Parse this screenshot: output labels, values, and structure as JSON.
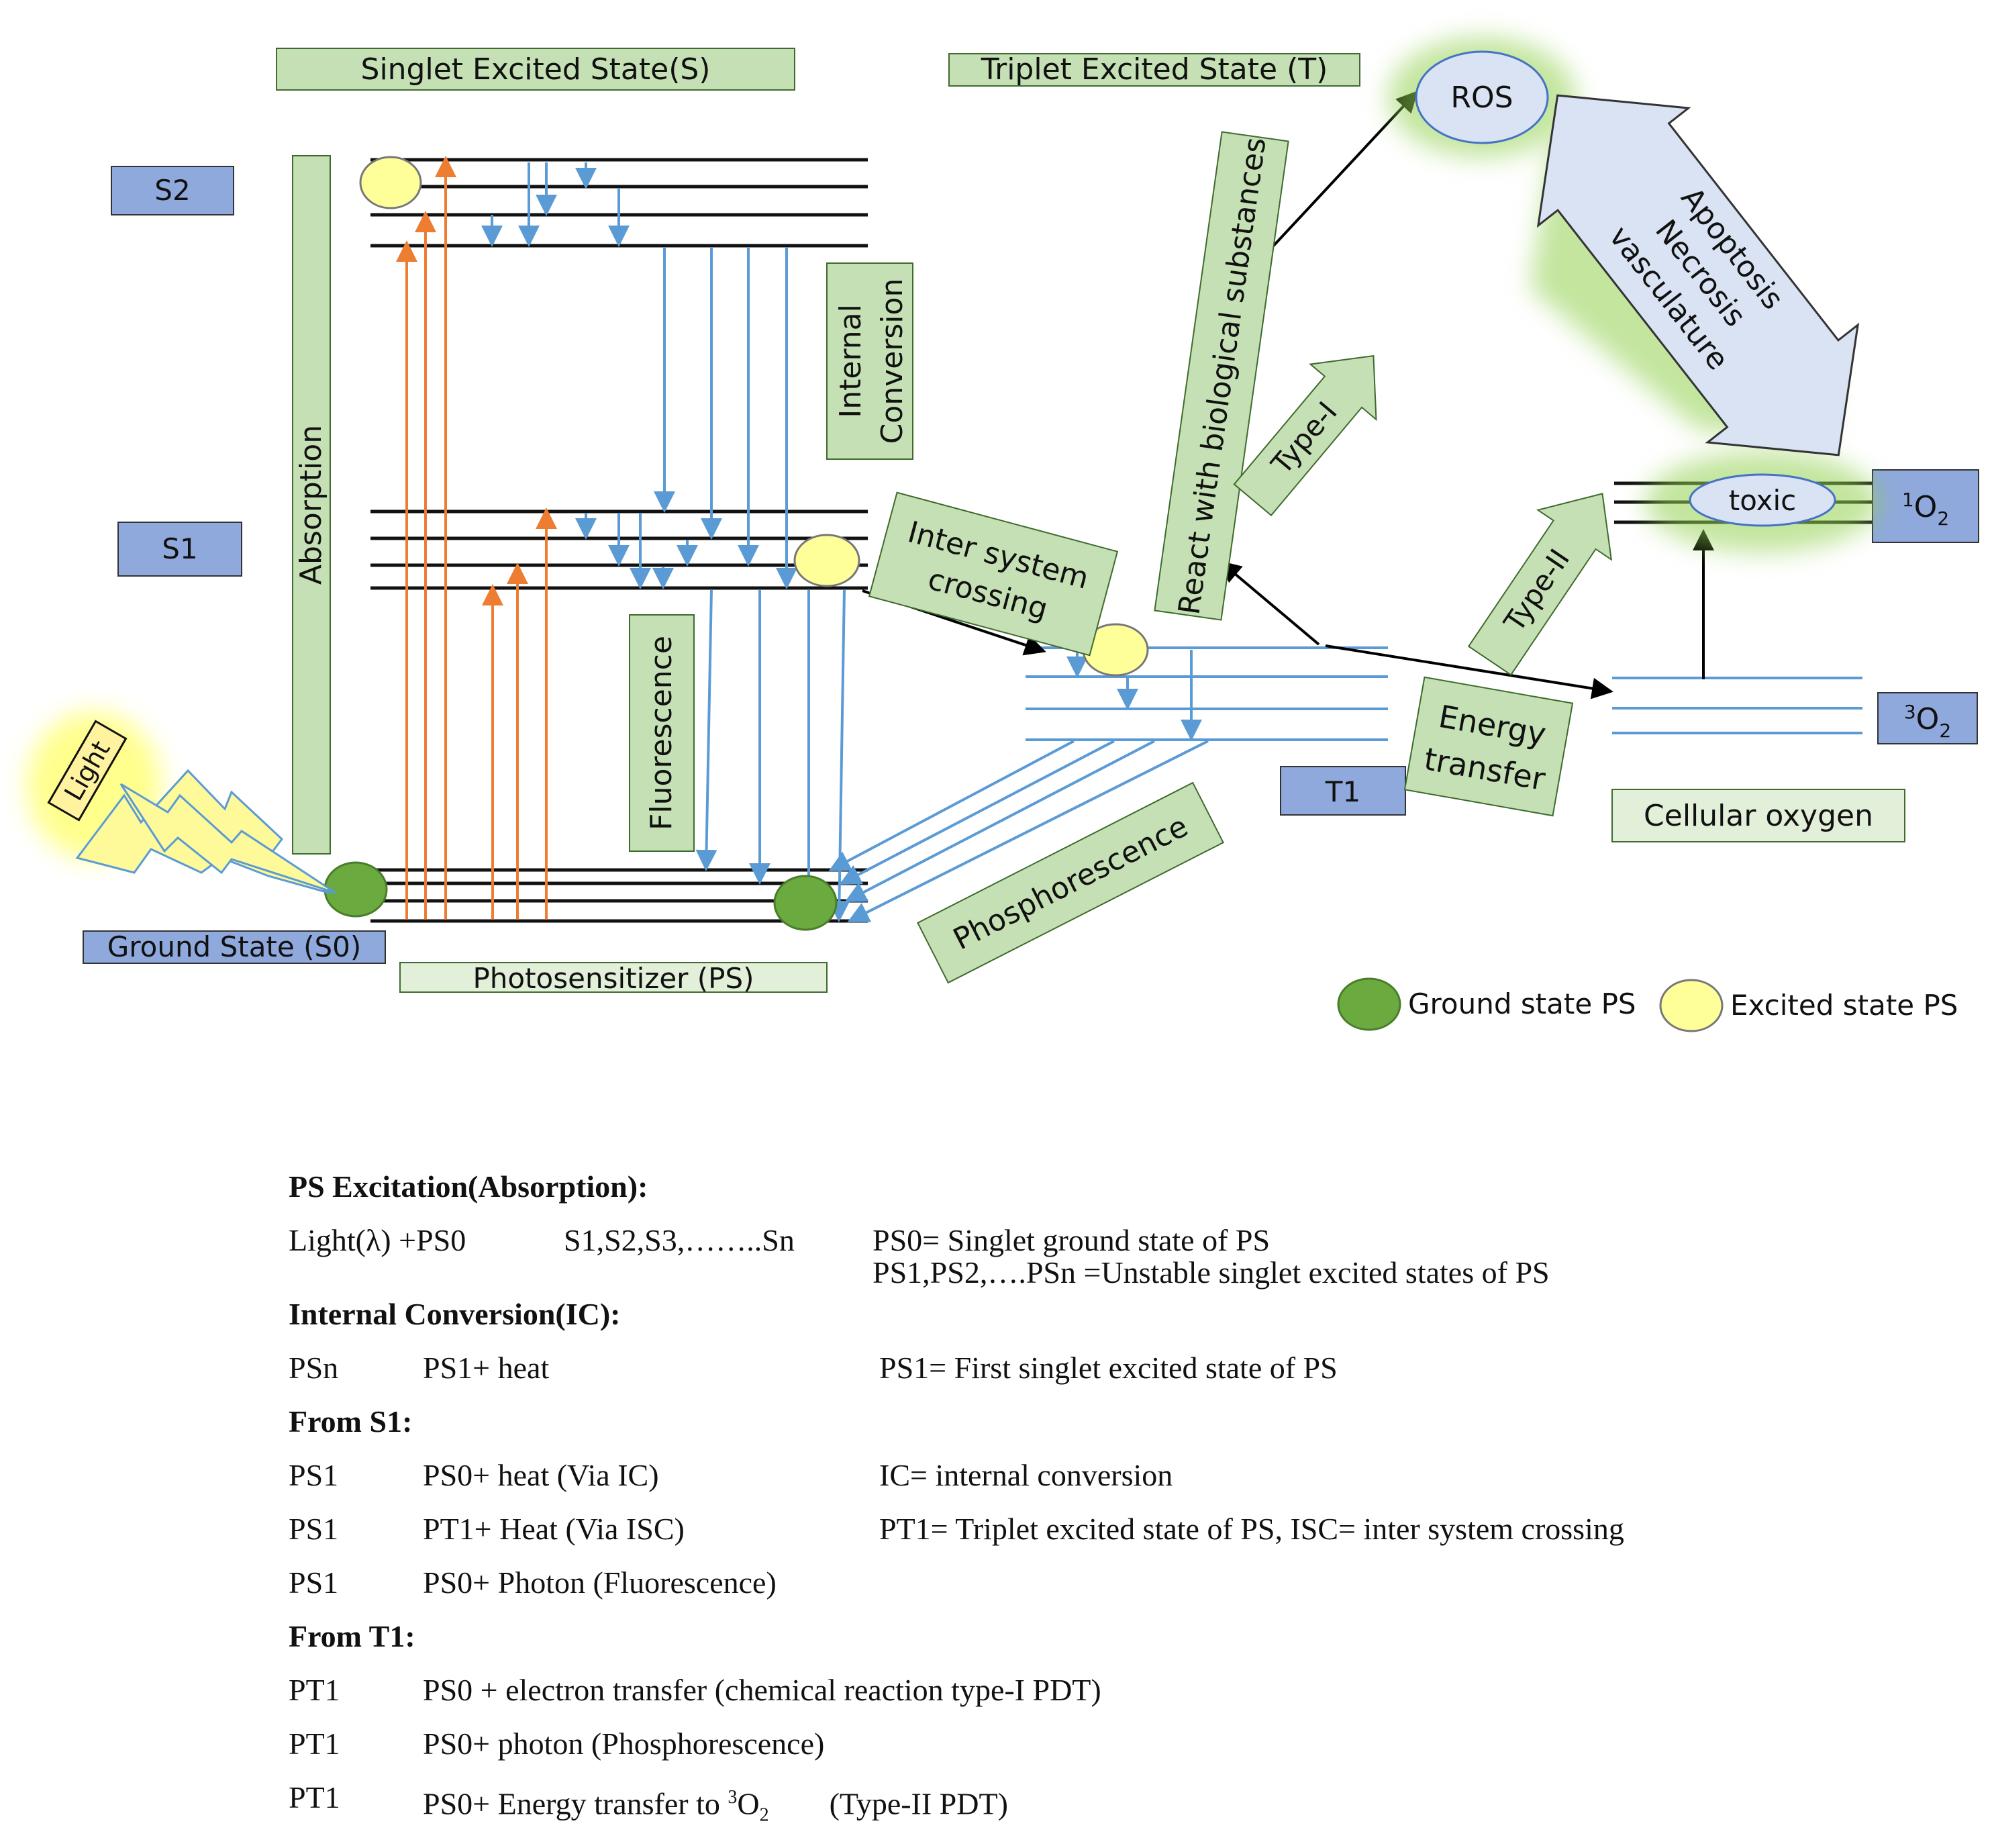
{
  "diagram": {
    "state_labels": {
      "singlet_excited_state": "Singlet Excited State(S)",
      "triplet_excited_state": "Triplet  Excited State (T)",
      "s2": "S2",
      "s1": "S1",
      "ground_state": "Ground State (S0)",
      "photosensitizer": "Photosensitizer (PS)",
      "t1": "T1",
      "cellular_oxygen": "Cellular oxygen",
      "singlet_oxygen_sup": "1",
      "singlet_oxygen_main": "O",
      "singlet_oxygen_sub": "2",
      "triplet_oxygen_sup": "3",
      "triplet_oxygen_main": "O",
      "triplet_oxygen_sub": "2"
    },
    "process_labels": {
      "absorption": "Absorption",
      "internal_conversion_1": "Internal",
      "internal_conversion_2": "Conversion",
      "fluorescence": "Fluorescence",
      "inter_system_crossing_1": "Inter system",
      "inter_system_crossing_2": "crossing",
      "phosphorescence": "Phosphorescence",
      "energy_transfer_1": "Energy",
      "energy_transfer_2": "transfer",
      "react_with_biological": "React with biological substances",
      "type_1": "Type-I",
      "type_2": "Type-II",
      "light": "Light"
    },
    "outcomes": {
      "ros": "ROS",
      "toxic": "toxic",
      "apoptosis": "Apoptosis",
      "necrosis": "Necrosis",
      "vasculature": "vasculature"
    },
    "legend": {
      "ground_state_ps": "Ground state PS",
      "excited_state_ps": "Excited state PS"
    },
    "colors": {
      "green_label_fill": "#c5e0b4",
      "green_label_border": "#3f6b2e",
      "blue_label_fill": "#8fa9dc",
      "light_green_fill": "#e2efd9",
      "ground_ps": "#6aaa3f",
      "excited_ps": "#ffff99",
      "absorption_arrow": "#ed7d31",
      "relaxation_arrow": "#5b9bd5",
      "glow": "#92d050",
      "ros_fill": "#dae3f3"
    }
  },
  "notes": {
    "ps_excitation": {
      "heading": "PS Excitation(Absorption):",
      "reactant": "Light(λ) +PS0",
      "product": "S1,S2,S3,……..Sn",
      "def_1": "PS0= Singlet ground state of PS",
      "def_2": "PS1,PS2,….PSn =Unstable singlet excited states of PS"
    },
    "internal_conversion": {
      "heading": "Internal Conversion(IC):",
      "reactant": "PSn",
      "product": "PS1+ heat",
      "def": "PS1= First singlet excited state of PS"
    },
    "from_s1": {
      "heading": "From S1:",
      "rows": [
        {
          "reactant": "PS1",
          "product": "PS0+ heat (Via IC)",
          "def": "IC= internal conversion"
        },
        {
          "reactant": "PS1",
          "product": "PT1+ Heat  (Via ISC)",
          "def": "PT1= Triplet excited state of PS, ISC= inter system crossing"
        },
        {
          "reactant": "PS1",
          "product": "PS0+ Photon (Fluorescence)",
          "def": ""
        }
      ]
    },
    "from_t1": {
      "heading": "From T1:",
      "rows": [
        {
          "reactant": "PT1",
          "product": "PS0 + electron transfer (chemical reaction type-I PDT)"
        },
        {
          "reactant": "PT1",
          "product": "PS0+ photon (Phosphorescence)"
        },
        {
          "reactant": "PT1",
          "product_a": "PS0+  Energy transfer to ",
          "product_sup": "3",
          "product_main": "O",
          "product_sub": "2",
          "product_b": "(Type-II PDT)"
        }
      ]
    }
  }
}
